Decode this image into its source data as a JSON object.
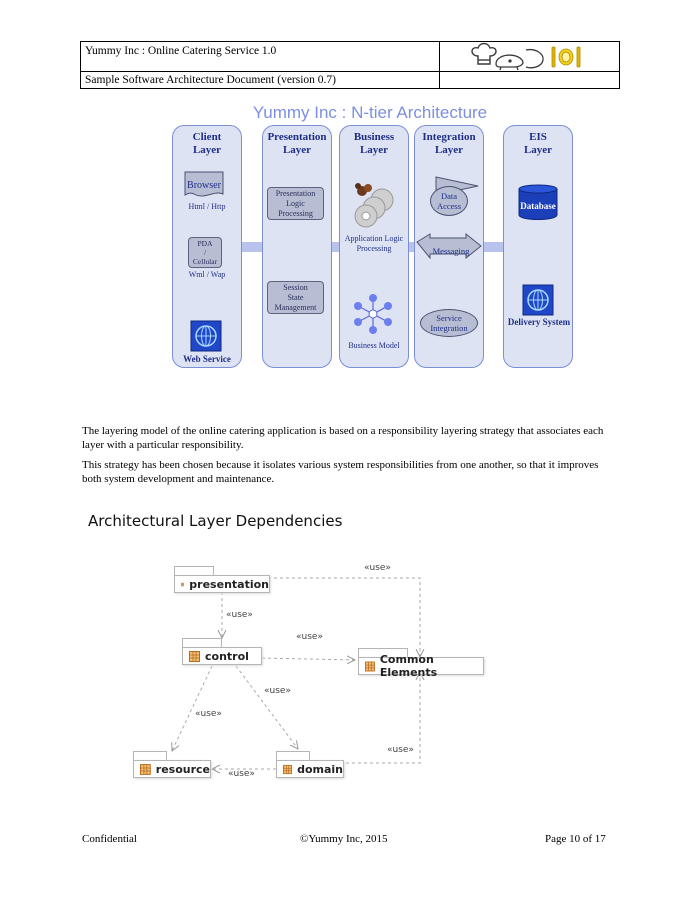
{
  "header": {
    "title": "Yummy Inc : Online Catering Service 1.0",
    "subtitle": "Sample Software Architecture Document (version 0.7)",
    "logo_icons": [
      "chef-hat-icon",
      "pig-icon",
      "plate-icon",
      "fork-knife-icon"
    ]
  },
  "architecture": {
    "title": "Yummy Inc : N-tier Architecture",
    "layers": {
      "client": "Client\nLayer",
      "presentation": "Presentation\nLayer",
      "business": "Business\nLayer",
      "integration": "Integration\nLayer",
      "eis": "EIS\nLayer"
    },
    "client": {
      "browser": "Browser",
      "browser_sub": "Html / Http",
      "pda": "PDA\n/\nCellular",
      "pda_sub": "Wml / Wap",
      "web_service": "Web Service"
    },
    "presentation": {
      "logic": "Presentation\nLogic\nProcessing",
      "session": "Session\nState\nManagement"
    },
    "business": {
      "app_logic": "Application Logic\nProcessing",
      "model": "Business Model"
    },
    "integration": {
      "data_access": "Data\nAccess",
      "messaging": "Messaging",
      "service": "Service\nIntegration"
    },
    "eis": {
      "database": "Database",
      "delivery": "Delivery System"
    }
  },
  "paragraphs": [
    "The layering model of the online catering application is based on a responsibility layering strategy that associates each layer with a particular responsibility.",
    "This strategy has been chosen because it isolates various system responsibilities from one another, so that it improves both system development and maintenance."
  ],
  "dependencies": {
    "heading": "Architectural Layer Dependencies",
    "packages": {
      "presentation": "presentation",
      "control": "control",
      "common": "Common Elements",
      "resource": "resource",
      "domain": "domain"
    },
    "use_label": "«use»"
  },
  "footer": {
    "left": "Confidential",
    "center": "©Yummy Inc, 2015",
    "right": "Page 10 of 17"
  },
  "colors": {
    "layer_fill": "#dde3f3",
    "layer_border": "#7a8fd6",
    "layer_heading": "#1f2f88",
    "title_blue": "#7c8fe0"
  }
}
